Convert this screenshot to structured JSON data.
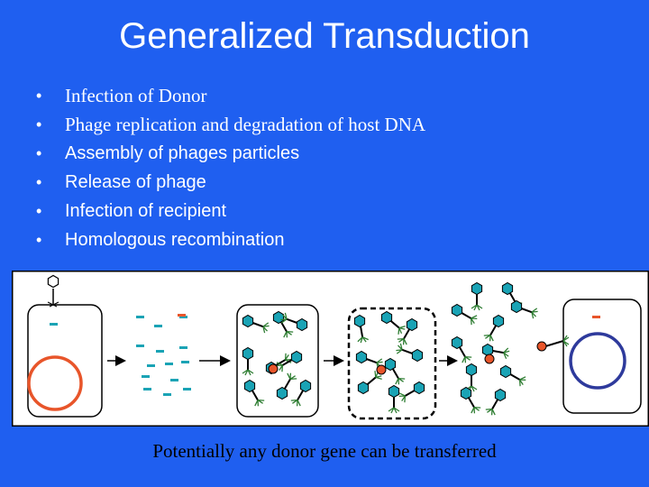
{
  "slide": {
    "title": "Generalized Transduction",
    "bullets": [
      {
        "text": "Infection of Donor",
        "font": "serif"
      },
      {
        "text": "Phage replication and degradation of host DNA",
        "font": "serif"
      },
      {
        "text": "Assembly of phages particles",
        "font": "sans"
      },
      {
        "text": "Release of phage",
        "font": "sans"
      },
      {
        "text": "Infection of recipient",
        "font": "sans"
      },
      {
        "text": "Homologous recombination",
        "font": "sans"
      }
    ],
    "bullet_glyph": "•",
    "caption": "Potentially any donor gene can be transferred"
  },
  "colors": {
    "background": "#1f5ff0",
    "panel": "#ffffff",
    "donor_dna": "#e8552a",
    "recipient_dna": "#2e3a9c",
    "dna_fragment": "#1aa3b5",
    "phage_head": "#1aa3b5",
    "donor_fragment_phage": "#e8552a",
    "tail_fibers": "#2e7d32"
  },
  "icons": [
    "arrow-right-icon",
    "phage-icon",
    "cell-icon",
    "dna-fragment-icon"
  ]
}
